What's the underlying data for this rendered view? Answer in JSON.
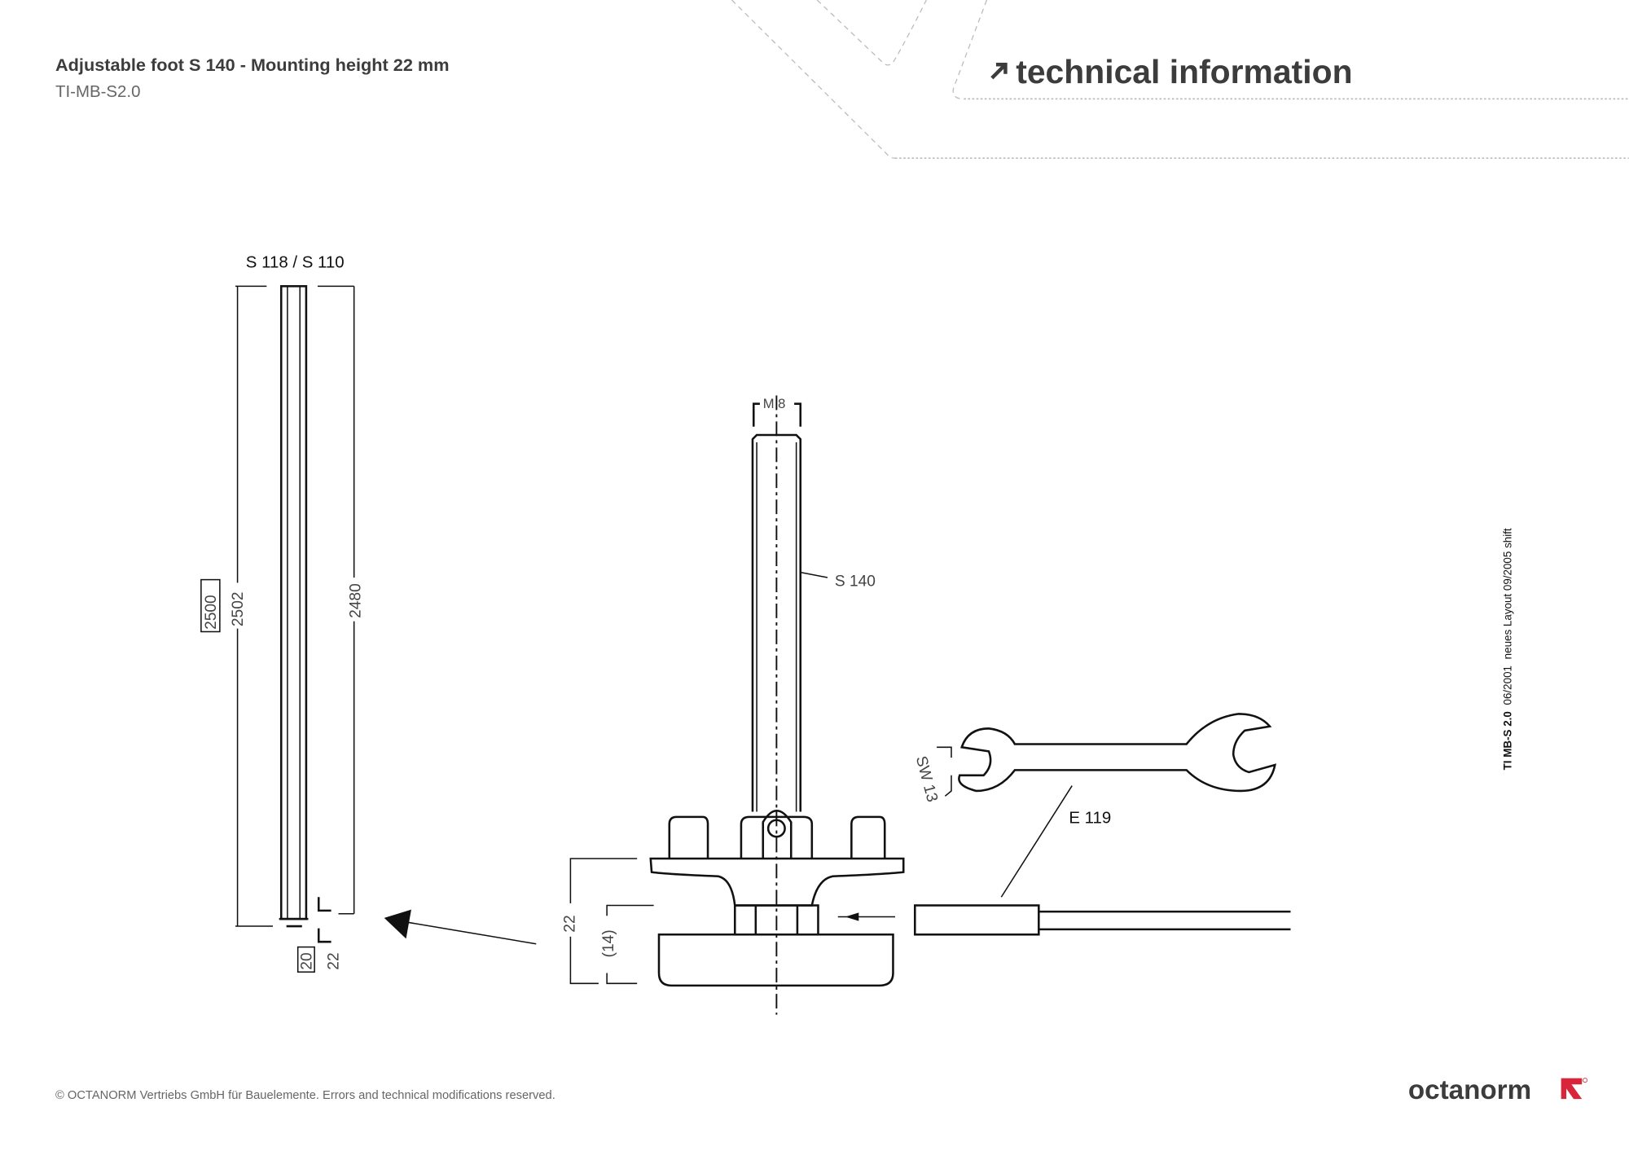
{
  "header": {
    "title": "Adjustable foot S 140 - Mounting height 22 mm",
    "doc_code": "TI-MB-S2.0",
    "section_title": "technical information",
    "section_icon": "arrow-up-right-icon"
  },
  "drawing": {
    "profile_label": "S 118 / S 110",
    "dim_2500": "2500",
    "dim_2502": "2502",
    "dim_2480": "2480",
    "dim_20": "20",
    "dim_22_bottom": "22",
    "thread_label": "M 8",
    "stem_label": "S 140",
    "height_22": "22",
    "height_14": "(14)",
    "wrench_size": "SW 13",
    "tool_label": "E 119"
  },
  "side_note": {
    "code": "TI MB-S 2.0",
    "date": "06/2001",
    "layout_note": "neues Layout 09/2005 shift"
  },
  "footer": {
    "copyright": "© OCTANORM Vertriebs GmbH für Bauelemente. Errors and technical modifications reserved.",
    "logo_text": "octanorm",
    "brand_color": "#d9253a",
    "text_color": "#3c3c3c"
  }
}
